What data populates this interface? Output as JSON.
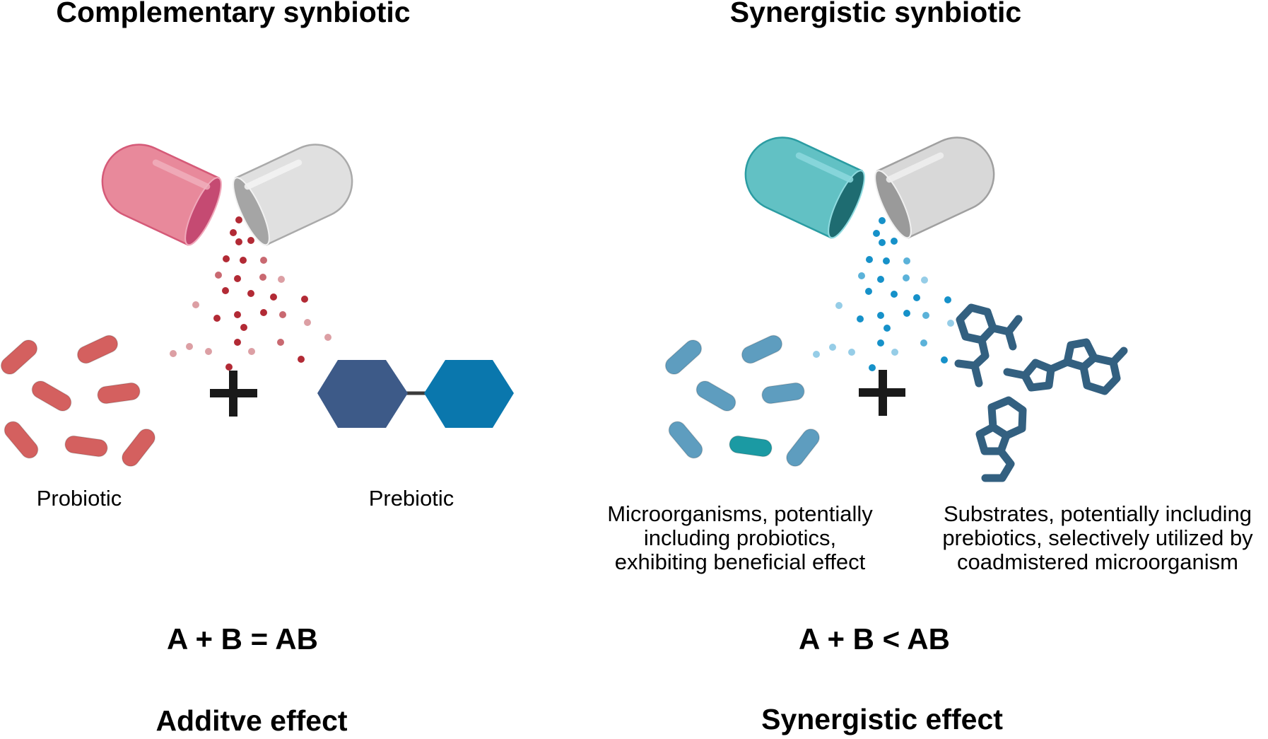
{
  "left_panel": {
    "title": "Complementary synbiotic",
    "probiotic_label": "Probiotic",
    "prebiotic_label": "Prebiotic",
    "equation": "A + B = AB",
    "effect": "Additve effect",
    "capsule_colors": {
      "capsule_a": "#e8899b",
      "capsule_b": "#e0e0e0"
    },
    "particle_color": "#b22a35",
    "bacteria_color": "#d4605f",
    "prebiotic_colors": [
      "#3d5a88",
      "#0a77ad"
    ]
  },
  "right_panel": {
    "title": "Synergistic synbiotic",
    "probiotic_label_lines": [
      "Microorganisms, potentially",
      "including probiotics,",
      "exhibiting beneficial effect"
    ],
    "prebiotic_label_lines": [
      "Substrates, potentially including",
      "prebiotics, selectively utilized by",
      "coadmistered microorganism"
    ],
    "equation": "A + B < AB",
    "effect": "Synergistic effect",
    "capsule_colors": {
      "capsule_a": "#62c1c4",
      "capsule_b": "#d8d8d8"
    },
    "particle_color": "#1691c9",
    "bacteria_color": "#5e9dbf",
    "highlighted_bacterium_color": "#1b9aa3",
    "molecule_color": "#336080"
  },
  "icons": {
    "plus_sign": "plus-icon",
    "capsule": "capsule-icon",
    "bacteria": "bacteria-icon",
    "prebiotic": "disaccharide-icon",
    "molecules": "molecule-icon"
  }
}
